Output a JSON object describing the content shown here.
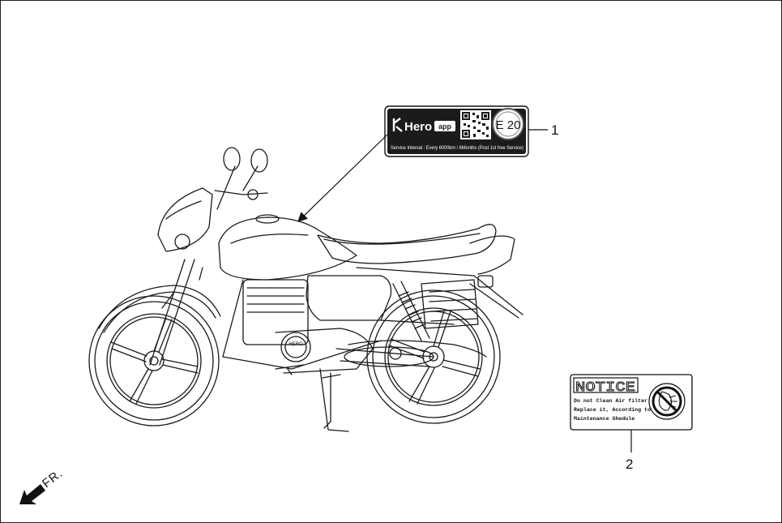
{
  "label1": {
    "callout": "1",
    "brand": "Hero",
    "app_tag": "app",
    "badge": "E 20",
    "service_line": "Service Interval : Every 6000km / 6Months (Post 1st free Service)"
  },
  "label2": {
    "callout": "2",
    "heading": "NOTICE",
    "lines": [
      "Do not Clean Air filter",
      "Replace it, According to",
      "Maintenance Shedule"
    ]
  },
  "front_marker": "FR.",
  "engine_cover_text": "HERO",
  "colors": {
    "line": "#1a1a1a",
    "label_dark": "#1b1b1b",
    "badge_ring": "#555555",
    "background": "#ffffff"
  }
}
